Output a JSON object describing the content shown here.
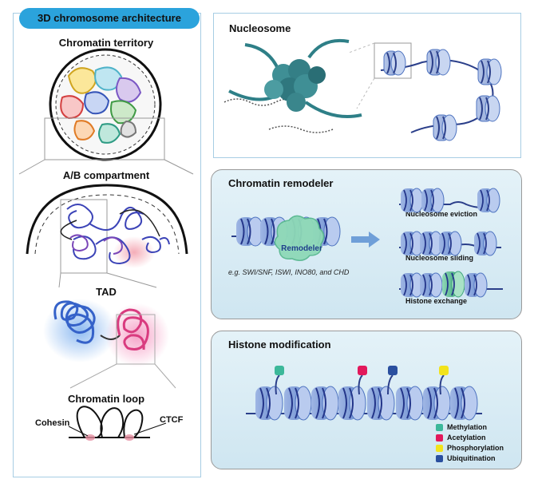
{
  "left_panel": {
    "banner": "3D chromosome architecture",
    "sections": {
      "territory": "Chromatin territory",
      "compartment": "A/B compartment",
      "tad": "TAD",
      "loop": "Chromatin loop"
    },
    "loop_labels": {
      "cohesin": "Cohesin",
      "ctcf": "CTCF"
    }
  },
  "nucleosome_panel": {
    "title": "Nucleosome"
  },
  "remodeler_panel": {
    "title": "Chromatin remodeler",
    "remodeler_label": "Remodeler",
    "examples": "e.g. SWI/SNF, ISWI, INO80, and CHD",
    "outcomes": [
      "Nucleosome eviction",
      "Nucleosome sliding",
      "Histone exchange"
    ]
  },
  "histone_panel": {
    "title": "Histone modification",
    "legend": [
      {
        "label": "Methylation",
        "color": "#3cb89a"
      },
      {
        "label": "Acetylation",
        "color": "#e2185b"
      },
      {
        "label": "Phosphorylation",
        "color": "#f2e31c"
      },
      {
        "label": "Ubiquitination",
        "color": "#2a4f9f"
      }
    ]
  },
  "colors": {
    "banner": "#2ba3dc",
    "histone_blue": "#4f74c0",
    "histone_light": "#9bb8e6",
    "nucleosome_teal": "#2e7f87",
    "remodeler_green": "#8ed9b7",
    "panel_bg": "#dceef6"
  }
}
